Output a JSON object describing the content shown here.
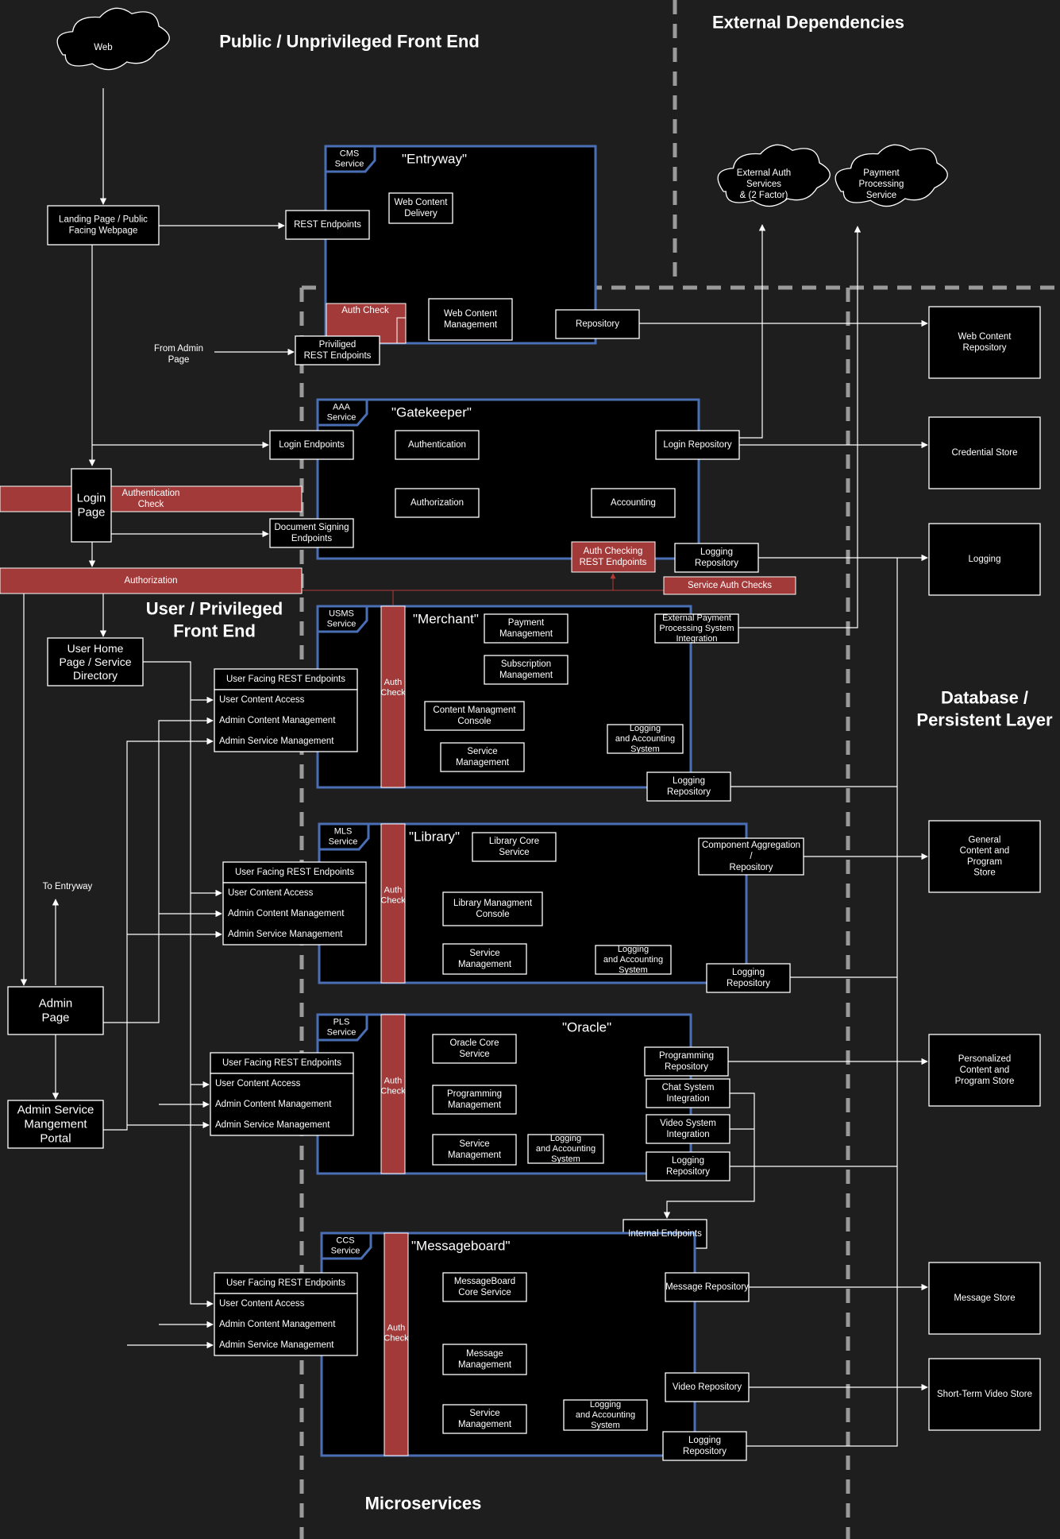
{
  "zones": {
    "public": "Public / Unprivileged Front End",
    "external": "External Dependencies",
    "user": [
      "User / Privileged",
      "Front End"
    ],
    "database": [
      "Database /",
      "Persistent Layer"
    ],
    "microservices": "Microservices"
  },
  "clouds": {
    "web": "Web",
    "ext_auth": [
      "External Auth",
      "Services",
      "& (2 Factor)"
    ],
    "payment": [
      "Payment",
      "Processing",
      "Service"
    ]
  },
  "frontend": {
    "landing": [
      "Landing Page / Public",
      "Facing Webpage"
    ],
    "from_admin": [
      "From Admin",
      "Page"
    ],
    "login_page": [
      "Login",
      "Page"
    ],
    "auth_check_bar": [
      "Authentication",
      "Check"
    ],
    "authorization_bar": "Authorization",
    "user_home": [
      "User Home",
      "Page / Service",
      "Directory"
    ],
    "to_entryway": "To Entryway",
    "admin_page": [
      "Admin",
      "Page"
    ],
    "admin_portal": [
      "Admin Service",
      "Mangement",
      "Portal"
    ]
  },
  "rest_block": {
    "title": "User Facing REST Endpoints",
    "items": [
      "User Content Access",
      "Admin Content Management",
      "Admin Service Management"
    ]
  },
  "auth_check_col": [
    "Auth",
    "Check"
  ],
  "cms": {
    "tag": [
      "CMS",
      "Service"
    ],
    "name": "\"Entryway\"",
    "rest": "REST Endpoints",
    "delivery": [
      "Web Content",
      "Delivery"
    ],
    "auth_check": "Auth Check",
    "management": [
      "Web Content",
      "Management"
    ],
    "repository": "Repository",
    "priv": [
      "Priviliged",
      "REST Endpoints"
    ]
  },
  "aaa": {
    "tag": [
      "AAA",
      "Service"
    ],
    "name": "\"Gatekeeper\"",
    "login_endpoints": "Login Endpoints",
    "authentication": "Authentication",
    "login_repo": "Login Repository",
    "authorization": "Authorization",
    "accounting": "Accounting",
    "doc_signing": [
      "Document Signing",
      "Endpoints"
    ],
    "auth_rest": [
      "Auth Checking",
      "REST Endpoints"
    ],
    "logging_repo": [
      "Logging",
      "Repository"
    ],
    "service_auth_checks": "Service Auth Checks"
  },
  "usms": {
    "tag": [
      "USMS",
      "Service"
    ],
    "name": "\"Merchant\"",
    "payment": [
      "Payment",
      "Management"
    ],
    "subscription": [
      "Subscription",
      "Management"
    ],
    "cms_console": [
      "Content Managment",
      "Console"
    ],
    "service": [
      "Service",
      "Management"
    ],
    "logging": [
      "Logging",
      "and Accounting",
      "System"
    ],
    "ext_payment": [
      "External Payment",
      "Processing System",
      "Integration"
    ],
    "logging_repo": [
      "Logging",
      "Repository"
    ]
  },
  "mls": {
    "tag": [
      "MLS",
      "Service"
    ],
    "name": "\"Library\"",
    "core": [
      "Library Core",
      "Service"
    ],
    "console": [
      "Library Managment",
      "Console"
    ],
    "service": [
      "Service",
      "Management"
    ],
    "logging": [
      "Logging",
      "and Accounting",
      "System"
    ],
    "component": [
      "Component Aggregation",
      "/",
      "Repository"
    ],
    "logging_repo": [
      "Logging",
      "Repository"
    ]
  },
  "pls": {
    "tag": [
      "PLS",
      "Service"
    ],
    "name": "\"Oracle\"",
    "core": [
      "Oracle Core",
      "Service"
    ],
    "programming": [
      "Programming",
      "Management"
    ],
    "service": [
      "Service",
      "Management"
    ],
    "logging": [
      "Logging",
      "and Accounting",
      "System"
    ],
    "prog_repo": [
      "Programming",
      "Repository"
    ],
    "chat": [
      "Chat System",
      "Integration"
    ],
    "video": [
      "Video System",
      "Integration"
    ],
    "logging_repo": [
      "Logging",
      "Repository"
    ],
    "internal": "Internal Endpoints"
  },
  "ccs": {
    "tag": [
      "CCS",
      "Service"
    ],
    "name": "\"Messageboard\"",
    "core": [
      "MessageBoard",
      "Core Service"
    ],
    "message": [
      "Message",
      "Management"
    ],
    "service": [
      "Service",
      "Management"
    ],
    "logging": [
      "Logging",
      "and Accounting",
      "System"
    ],
    "message_repo": "Message Repository",
    "video_repo": "Video Repository",
    "logging_repo": [
      "Logging",
      "Repository"
    ]
  },
  "stores": {
    "web_content": [
      "Web Content",
      "Repository"
    ],
    "credential": "Credential Store",
    "logging": "Logging",
    "general": [
      "General",
      "Content and",
      "Program",
      "Store"
    ],
    "personalized": [
      "Personalized",
      "Content and",
      "Program Store"
    ],
    "message": "Message Store",
    "video": "Short-Term Video Store"
  }
}
